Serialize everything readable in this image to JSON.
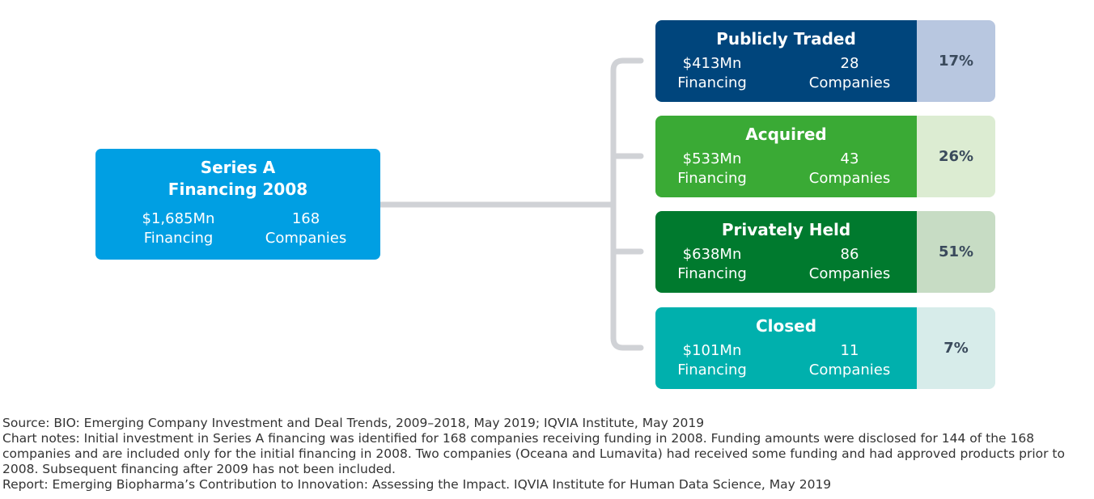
{
  "source": {
    "title_line1": "Series A",
    "title_line2": "Financing 2008",
    "financing_value": "$1,685Mn",
    "financing_label": "Financing",
    "companies_value": "168",
    "companies_label": "Companies",
    "color": "#009fe3"
  },
  "outcomes": [
    {
      "title": "Publicly Traded",
      "financing_value": "$413Mn",
      "financing_label": "Financing",
      "companies_value": "28",
      "companies_label": "Companies",
      "percent": "17%",
      "color": "#00457c",
      "tint": "#b8c7e0"
    },
    {
      "title": "Acquired",
      "financing_value": "$533Mn",
      "financing_label": "Financing",
      "companies_value": "43",
      "companies_label": "Companies",
      "percent": "26%",
      "color": "#3aaa35",
      "tint": "#dcecd2"
    },
    {
      "title": "Privately Held",
      "financing_value": "$638Mn",
      "financing_label": "Financing",
      "companies_value": "86",
      "companies_label": "Companies",
      "percent": "51%",
      "color": "#007a2e",
      "tint": "#c7dcc4"
    },
    {
      "title": "Closed",
      "financing_value": "$101Mn",
      "financing_label": "Financing",
      "companies_value": "11",
      "companies_label": "Companies",
      "percent": "7%",
      "color": "#00b0ad",
      "tint": "#d7ecea"
    }
  ],
  "connector_color": "#d0d2d6",
  "notes": {
    "source": "Source: BIO: Emerging Company Investment and Deal Trends, 2009–2018, May 2019; IQVIA Institute, May 2019",
    "chart_notes": "Chart notes: Initial investment in Series A financing was identified for 168 companies receiving funding in 2008. Funding amounts were disclosed for 144 of the 168 companies and are included only for the initial financing in 2008. Two companies (Oceana and Lumavita) had received some funding and had approved products prior to 2008. Subsequent financing after 2009 has not been included.",
    "report": "Report: Emerging Biopharma’s Contribution to Innovation: Assessing the Impact. IQVIA Institute for Human Data Science, May 2019"
  }
}
